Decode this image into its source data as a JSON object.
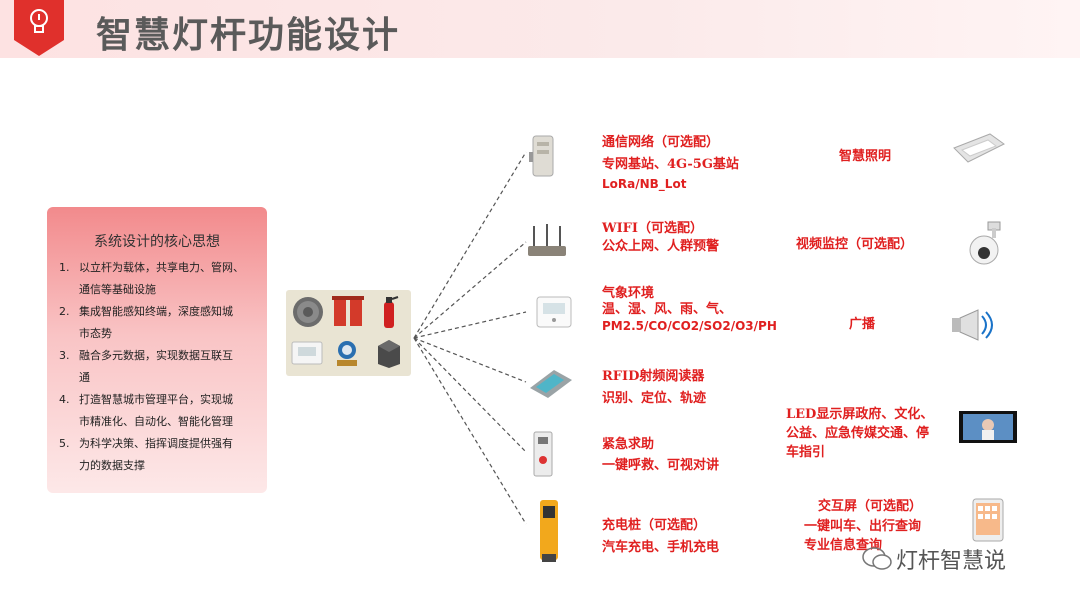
{
  "header": {
    "title": "智慧灯杆功能设计",
    "accent": "#e0302c"
  },
  "core": {
    "title": "系统设计的核心思想",
    "items": [
      {
        "num": "1.",
        "lines": [
          "以立杆为载体，共享电力、管网、",
          "通信等基础设施"
        ]
      },
      {
        "num": "2.",
        "lines": [
          "集成智能感知终端，深度感知城",
          "市态势"
        ]
      },
      {
        "num": "3.",
        "lines": [
          "融合多元数据，实现数据互联互",
          "通"
        ]
      },
      {
        "num": "4.",
        "lines": [
          "打造智慧城市管理平台，实现城",
          "市精准化、自动化、智能化管理"
        ]
      },
      {
        "num": "5.",
        "lines": [
          "为科学决策、指挥调度提供强有",
          "力的数据支撑"
        ]
      }
    ]
  },
  "functions": {
    "network": {
      "title": "通信网络（可选配）",
      "line1": "专网基站、4G-5G基站",
      "line2": "LoRa/NB_Lot",
      "icon": "base-station-icon"
    },
    "wifi": {
      "title": "WIFI（可选配）",
      "line1": "公众上网、人群预警",
      "icon": "wifi-router-icon"
    },
    "weather": {
      "title": "气象环境",
      "line1": "温、湿、风、雨、气、",
      "line2": "PM2.5/CO/CO2/SO2/O3/PH",
      "icon": "weather-sensor-icon"
    },
    "rfid": {
      "title": "RFID射频阅读器",
      "line1": "识别、定位、轨迹",
      "icon": "rfid-reader-icon"
    },
    "emergency": {
      "title": "紧急求助",
      "line1": "一键呼救、可视对讲",
      "icon": "intercom-icon"
    },
    "charging": {
      "title": "充电桩（可选配）",
      "line1": "汽车充电、手机充电",
      "icon": "charging-pile-icon"
    }
  },
  "right": {
    "lighting": {
      "label": "智慧照明",
      "icon": "street-light-icon"
    },
    "video": {
      "label": "视频监控（可选配）",
      "icon": "dome-camera-icon"
    },
    "broadcast": {
      "label": "广播",
      "icon": "megaphone-icon"
    },
    "led": {
      "line1": "LED显示屏政府、文化、",
      "line2": "公益、应急传媒交通、停",
      "line3": "车指引",
      "icon": "led-screen-icon"
    },
    "interactive": {
      "line1": "交互屏（可选配）",
      "line2": "一键叫车、出行查询",
      "line3": "专业信息查询",
      "icon": "tablet-icon"
    }
  },
  "watermark": {
    "text": "灯杆智慧说",
    "icon": "wechat-icon"
  }
}
